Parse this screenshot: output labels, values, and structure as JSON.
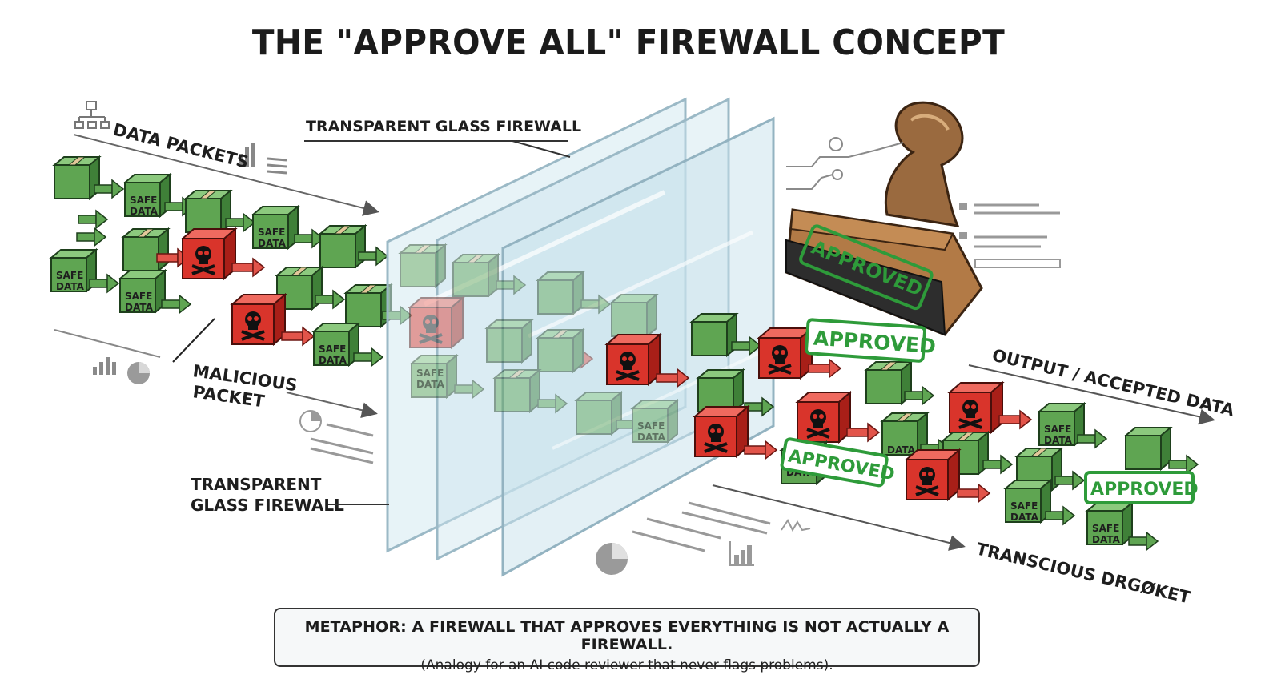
{
  "title": "THE \"APPROVE ALL\" FIREWALL CONCEPT",
  "labels": {
    "data_packets": "DATA PACKETS",
    "transparent_glass_top": "TRANSPARENT GLASS FIREWALL",
    "malicious_line1": "MALICIOUS",
    "malicious_line2": "PACKET",
    "transparent_line1": "TRANSPARENT",
    "transparent_line2": "GLASS FIREWALL",
    "output": "OUTPUT / ACCEPTED DATA",
    "transcious": "TRANSCIOUS DRGØKET"
  },
  "packet_labels": {
    "safe_line1": "SAFE",
    "safe_line2": "DATA",
    "data_only": "DATA"
  },
  "stamp_text": "APPROVED",
  "approved_tags": [
    "APPROVED",
    "APPROVED",
    "APPROVED"
  ],
  "caption": {
    "main": "METAPHOR: A FIREWALL THAT APPROVES EVERYTHING IS NOT ACTUALLY A FIREWALL.",
    "sub": "(Analogy for an AI code reviewer that never flags problems)."
  },
  "colors": {
    "safe_green": "#5fa552",
    "malicious_red": "#d9342b",
    "approved_green": "#2e9b3a",
    "glass": "#cfe6ef",
    "stamp_wood": "#9a6a3f"
  },
  "icons": [
    "network-icon",
    "bar-chart-icon",
    "list-icon",
    "pie-chart-icon",
    "circuit-icon",
    "skull-icon",
    "arrow-icon",
    "rubber-stamp-icon"
  ]
}
